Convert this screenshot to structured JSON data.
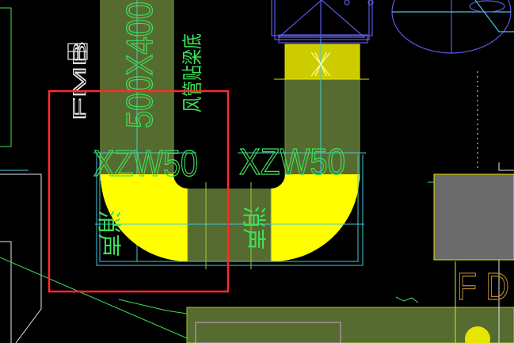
{
  "drawing": {
    "background": "#000000",
    "colors": {
      "duct_fill": "#556b2f",
      "duct_edge": "#7a9a3a",
      "elbow_fill": "#ffff00",
      "cad_text": "#3fe05a",
      "cyan_line": "#46c8d8",
      "blue_equipment": "#5a5ae6",
      "highlight_box": "#ff2a2a",
      "gray_equipment": "#6b6b6b",
      "yellow_line": "#e6e600",
      "white_line": "#e8e8e8"
    },
    "labels": {
      "duct_size": "500X400",
      "duct_note": "风管贴梁底",
      "left_mark": "XZW50",
      "right_mark": "XZW50",
      "silencer_left": "消声",
      "silencer_right": "消声",
      "partial_code": "FMB",
      "corner_mark": "F D"
    },
    "selection": {
      "label": "selection-box"
    }
  }
}
